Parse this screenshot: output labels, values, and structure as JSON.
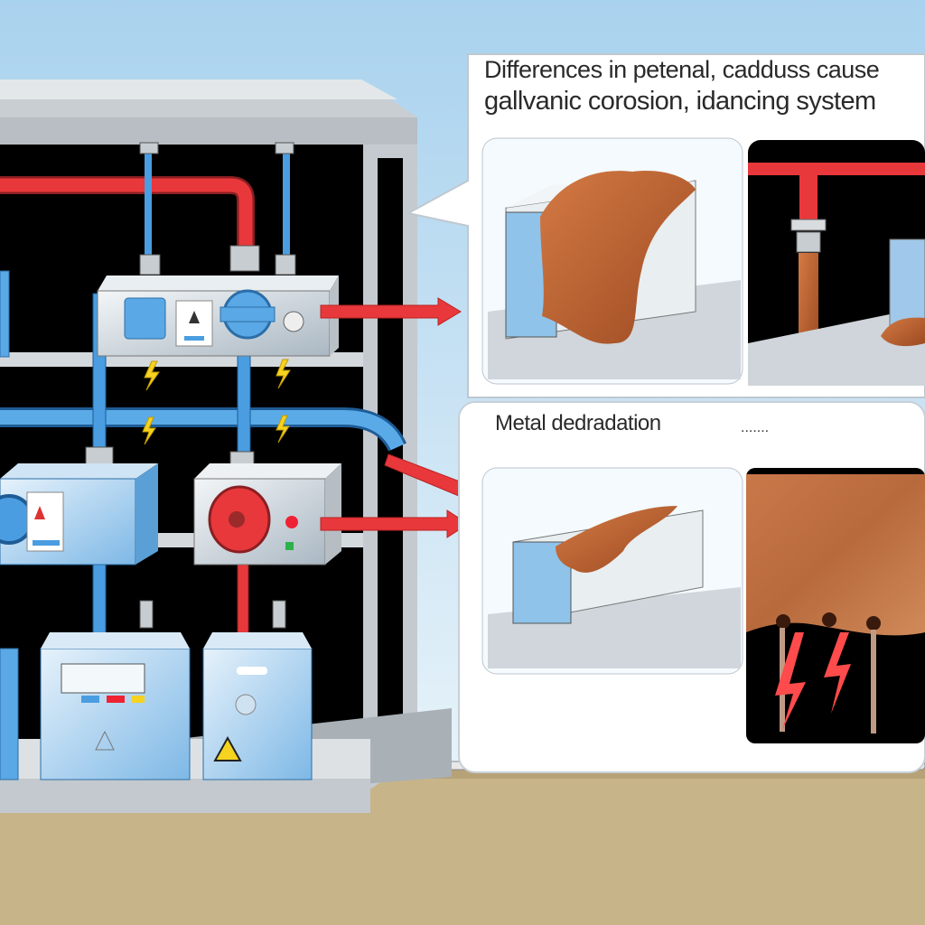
{
  "captions": {
    "top_line1": "Differences in petenal, cadduss cause",
    "top_line2": "gallvanic corosion,  idancing system",
    "middle": "Metal dedradation"
  },
  "colors": {
    "sky": "#cfe6f5",
    "ground": "#c9b58b",
    "cabinet_frame": "#d8dcdf",
    "cabinet_inside": "#000000",
    "hot_pipe": "#e8383b",
    "cold_pipe": "#4a9de0",
    "rust": "#c0612e",
    "warning": "#f5d320"
  },
  "icons": [
    "warning-triangle-icon",
    "lightning-bolt-icon",
    "pressure-gauge-icon",
    "valve-icon"
  ]
}
